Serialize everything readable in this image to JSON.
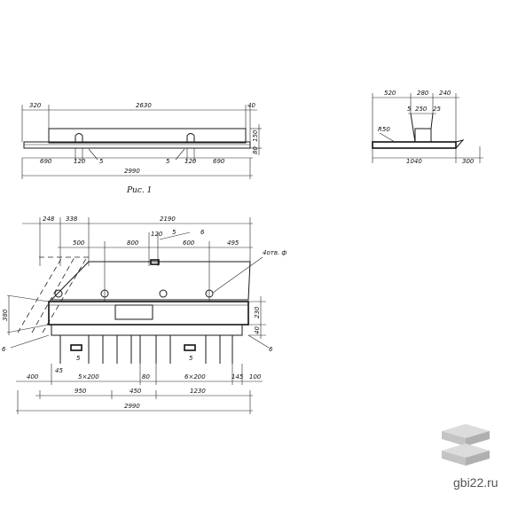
{
  "figure_caption": "Рис. 1",
  "top_view": {
    "dims_top": [
      "320",
      "2630",
      "40"
    ],
    "dims_bottom": [
      "690",
      "120",
      "5",
      "5",
      "120",
      "690"
    ],
    "overall": "2990",
    "dims_right": [
      "150",
      "80"
    ]
  },
  "side_view": {
    "dims_top": [
      "520",
      "280",
      "240"
    ],
    "dims_inner": [
      "5",
      "250",
      "25"
    ],
    "radius": "R50",
    "dims_bottom": [
      "1040",
      "300"
    ]
  },
  "plan_view": {
    "dims_top": [
      "248",
      "338",
      "2190"
    ],
    "dims_second": [
      "500",
      "800",
      "120",
      "5",
      "600",
      "495"
    ],
    "mark_6_top": "6",
    "hole_label": "4отв. ф",
    "left_dim": "380",
    "dims_right": [
      "230",
      "40"
    ],
    "marker_left": "6",
    "marker_right": "6",
    "labels_5": [
      "5",
      "5"
    ],
    "dims_lower": [
      "400",
      "45",
      "5×200",
      "80",
      "6×200",
      "145",
      "100"
    ],
    "dims_bottom": [
      "950",
      "450",
      "1230"
    ],
    "overall": "2990"
  },
  "watermark": {
    "text": "gbi22.ru",
    "logo_icon": "stacked-blocks-logo",
    "colors": {
      "top": "#d9d9d9",
      "side": "#bcbcbc",
      "text": "#555555"
    }
  }
}
